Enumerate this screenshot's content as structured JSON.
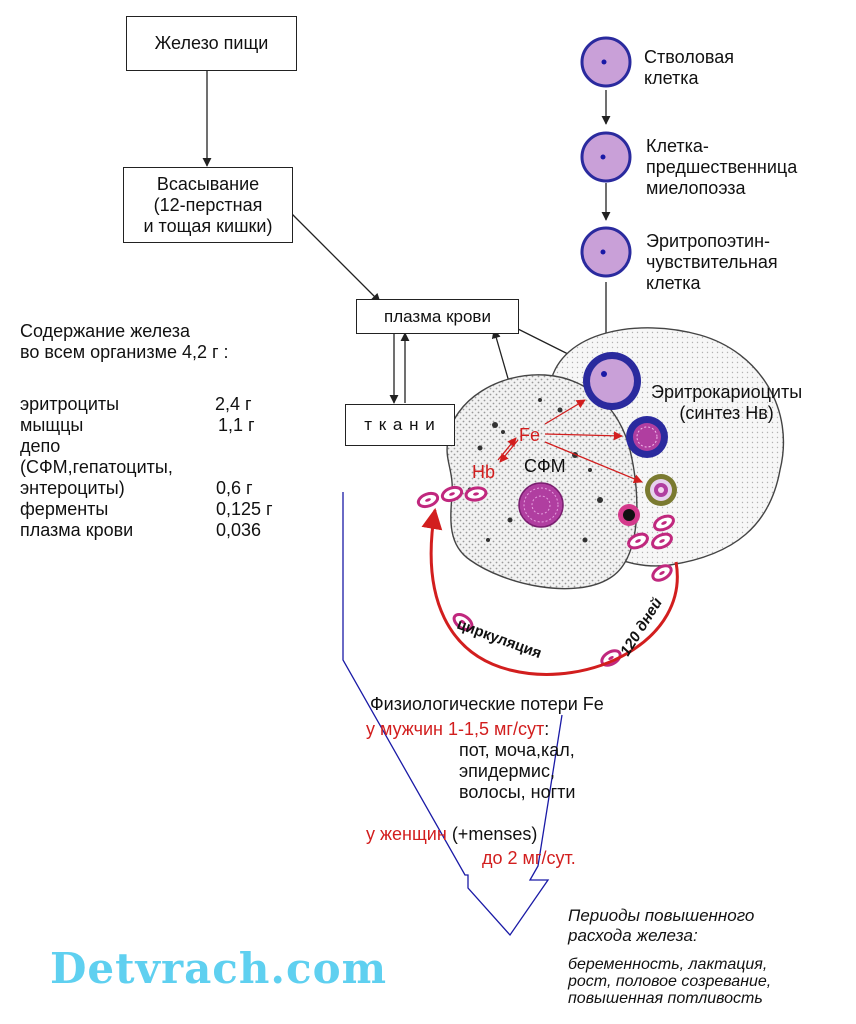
{
  "boxes": {
    "food_iron": "Железо пищи",
    "absorption": [
      "Всасывание",
      "(12-перстная",
      "и тощая кишки)"
    ],
    "blood_plasma": "плазма крови",
    "tissues": "т к а н и"
  },
  "stem_cells": [
    {
      "label": [
        "Стволовая",
        "клетка"
      ]
    },
    {
      "label": [
        "Клетка-",
        "предшественница",
        "миелопоэза"
      ]
    },
    {
      "label": [
        "Эритропоэтин-",
        "чувствительная",
        "клетка"
      ]
    }
  ],
  "erythro": {
    "line1": "Эритрокариоциты",
    "line2": "(синтез Нв)"
  },
  "inner_labels": {
    "fe": "Fe",
    "hb": "Hb",
    "sfm": "СФМ"
  },
  "circulation": {
    "label": "циркуляция",
    "days": "120 дней"
  },
  "content": {
    "title": [
      "Содержание железа",
      "во всем организме  4,2 г :"
    ],
    "rows": [
      {
        "name": "эритроциты",
        "value": "2,4 г"
      },
      {
        "name": "мыщцы",
        "value": "1,1 г"
      },
      {
        "name": "депо",
        "value": ""
      },
      {
        "name": "(СФМ,гепатоциты,",
        "value": ""
      },
      {
        "name": "энтероциты)",
        "value": "0,6 г"
      },
      {
        "name": "ферменты",
        "value": "0,125 г"
      },
      {
        "name": "плазма крови",
        "value": "0,036"
      }
    ]
  },
  "losses": {
    "title": "Физиологические потери Fe",
    "men_label": "у мужчин  1-1,5 мг/сут",
    "men_colon": ":",
    "men_items": [
      "пот, моча,кал,",
      "эпидермис,",
      "волосы, ногти"
    ],
    "women_label": "у женщин",
    "women_menses": " (+menses)",
    "women_value": "до 2  мг/сут."
  },
  "periods": {
    "title": [
      "Периоды повышенного",
      "расхода железа:"
    ],
    "items": [
      "беременность, лактация,",
      "рост, половое созревание,",
      "повышенная потливость"
    ]
  },
  "watermark": "Detvrach.com",
  "colors": {
    "red": "#d21e1e",
    "blue": "#1a1aa6",
    "cell_fill": "#c9a0d8",
    "watermark": "#5fd0f0"
  }
}
